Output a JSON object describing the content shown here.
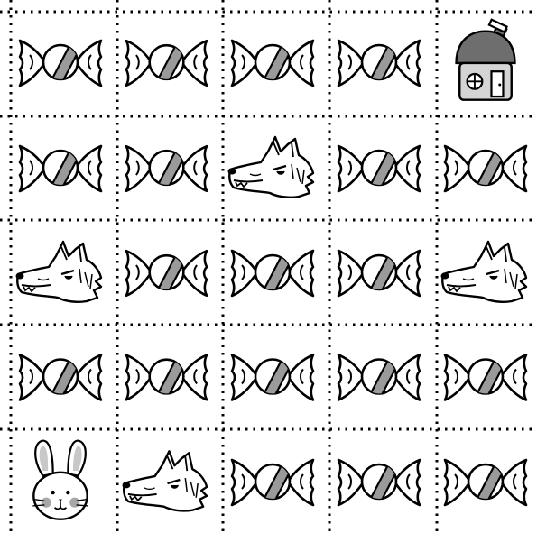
{
  "board": {
    "rows": 5,
    "cols": 5,
    "grid": [
      [
        "candy",
        "candy",
        "candy",
        "candy",
        "house"
      ],
      [
        "candy",
        "candy",
        "wolf",
        "candy",
        "candy"
      ],
      [
        "wolf",
        "candy",
        "candy",
        "candy",
        "wolf"
      ],
      [
        "candy",
        "candy",
        "candy",
        "candy",
        "candy"
      ],
      [
        "rabbit",
        "wolf",
        "candy",
        "candy",
        "candy"
      ]
    ]
  },
  "tiles": {
    "candy": {
      "icon": "candy-icon"
    },
    "wolf": {
      "icon": "wolf-icon"
    },
    "house": {
      "icon": "house-icon"
    },
    "rabbit": {
      "icon": "rabbit-icon"
    }
  },
  "colors": {
    "line": "#000000",
    "candy_stripe": "#9a9a9a",
    "house_roof": "#6e6e6e",
    "house_wall": "#d4d4d4",
    "rabbit_cheek": "#a8a8a8",
    "rabbit_inner_ear": "#c8c8c8"
  }
}
